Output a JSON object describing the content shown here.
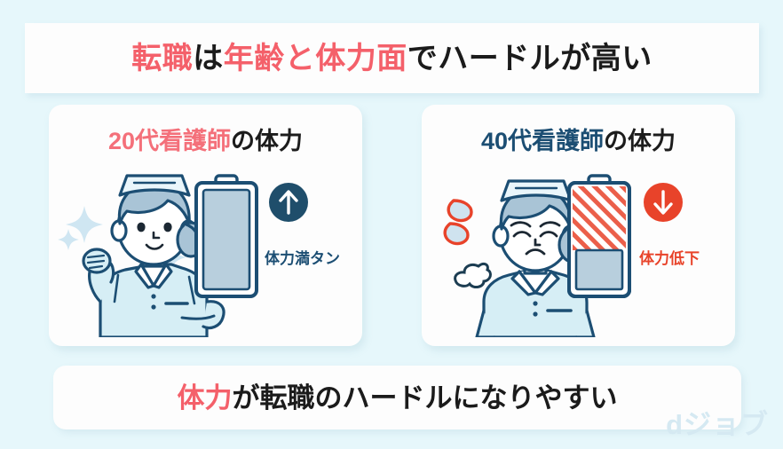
{
  "background_color": "#e6f7fb",
  "headline": {
    "segments": [
      {
        "text": "転職",
        "color": "red"
      },
      {
        "text": "は",
        "color": "dark"
      },
      {
        "text": "年齢と体力面",
        "color": "red"
      },
      {
        "text": "でハードルが高い",
        "color": "dark"
      }
    ],
    "full_text": "転職は年齢と体力面でハードルが高い"
  },
  "cards": [
    {
      "id": "card-20s",
      "title_highlight": "20代看護師",
      "title_rest": "の体力",
      "title_highlight_color": "#f4707a",
      "title_rest_color": "#1c1c1c",
      "status_label": "体力満タン",
      "status_color": "#1c4e73",
      "arrow_direction": "up",
      "arrow_circle_color": "#1f4e6b",
      "battery_level_percent": 100,
      "battery_fill_color": "#b8cfdd",
      "battery_outline_color": "#1c4e73",
      "nurse_mood": "energetic",
      "decorations": "sparkles"
    },
    {
      "id": "card-40s",
      "title_highlight": "40代看護師",
      "title_rest": "の体力",
      "title_highlight_color": "#1c4e73",
      "title_rest_color": "#1c1c1c",
      "status_label": "体力低下",
      "status_color": "#e8432a",
      "arrow_direction": "down",
      "arrow_circle_color": "#e8432a",
      "battery_level_percent": 40,
      "battery_fill_color": "#b8cfdd",
      "battery_empty_hatch_color": "#e8432a",
      "battery_outline_color": "#1c4e73",
      "nurse_mood": "exhausted",
      "decorations": "sweat-drops-and-sigh"
    }
  ],
  "conclusion": {
    "segments": [
      {
        "text": "体力",
        "color": "red"
      },
      {
        "text": "が転職のハードルになりやすい",
        "color": "dark"
      }
    ],
    "full_text": "体力が転職のハードルになりやすい"
  },
  "brand": {
    "logo_text": "dジョブ",
    "logo_color": "#d5e9f2"
  },
  "palette": {
    "red": "#f4606a",
    "salmon": "#f4707a",
    "navy": "#1c4e73",
    "dark": "#1b1b1b",
    "orange_red": "#e8432a",
    "uniform_blue": "#d6eef5",
    "hair_blue": "#a9c4d6",
    "background": "#e6f7fb"
  }
}
